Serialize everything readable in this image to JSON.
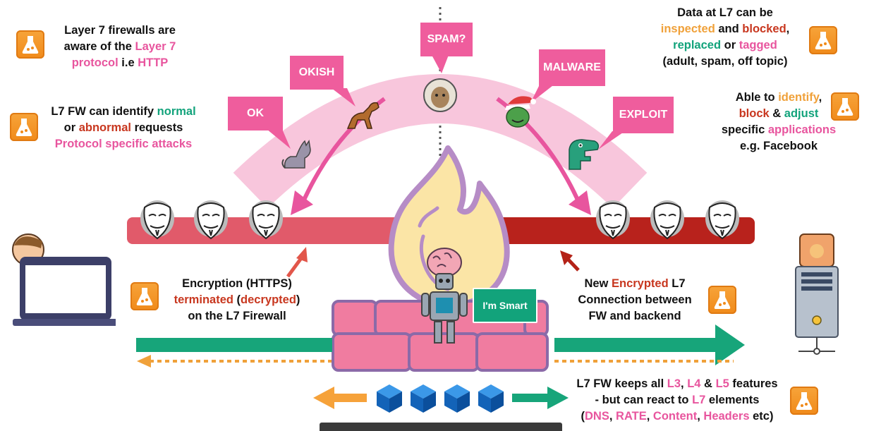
{
  "top_left_note": {
    "line1": "Layer 7 firewalls are",
    "line2_a": "aware of the ",
    "line2_b": "Layer 7",
    "line3_a": "protocol",
    "line3_b": " i.e ",
    "line3_c": "HTTP"
  },
  "mid_left_note": {
    "line1_a": "L7 FW can identify ",
    "line1_b": "normal",
    "line2_a": "or ",
    "line2_b": "abnormal",
    "line2_c": " requests",
    "line3": "Protocol specific attacks"
  },
  "top_right_note": {
    "line1": "Data at L7 can be",
    "line2_a": "inspected",
    "line2_b": " and ",
    "line2_c": "blocked",
    "line2_d": ",",
    "line3_a": "replaced",
    "line3_b": " or ",
    "line3_c": "tagged",
    "line4": "(adult, spam, off topic)"
  },
  "mid_right_note": {
    "line1_a": "Able to ",
    "line1_b": "identify",
    "line1_c": ",",
    "line2_a": "block",
    "line2_b": " & ",
    "line2_c": "adjust",
    "line3_a": "specific ",
    "line3_b": "applications",
    "line4": "e.g. Facebook"
  },
  "bubbles": {
    "ok": "OK",
    "okish": "OKISH",
    "spam": "SPAM?",
    "malware": "MALWARE",
    "exploit": "EXPLOIT"
  },
  "left_middle_note": {
    "line1": "Encryption (HTTPS)",
    "line2_a": "terminated",
    "line2_b": " (",
    "line2_c": "decrypted",
    "line2_d": ")",
    "line3": "on the L7 Firewall"
  },
  "right_middle_note": {
    "line1_a": "New ",
    "line1_b": "Encrypted",
    "line1_c": " L7",
    "line2": "Connection between",
    "line3": "FW and backend"
  },
  "robot_label": "I'm Smart",
  "bottom_note": {
    "line1_a": "L7 FW keeps all ",
    "line1_b": "L3",
    "line1_c": ", ",
    "line1_d": "L4",
    "line1_e": " & ",
    "line1_f": "L5",
    "line1_g": " features",
    "line2_a": "- but can react to ",
    "line2_b": "L7",
    "line2_c": " elements",
    "line3_a": "(",
    "line3_b": "DNS",
    "line3_c": ", ",
    "line3_d": "RATE",
    "line3_e": ", ",
    "line3_f": "Content",
    "line3_g": ", ",
    "line3_h": "Headers",
    "line3_i": " etc)"
  },
  "colors": {
    "accent_pink": "#e8559e",
    "accent_orange": "#f0a13a",
    "accent_red": "#c8371f",
    "accent_green": "#12a37b",
    "bubble_pink": "#ef5d9d",
    "arrow_teal": "#17a57a"
  },
  "icons": {
    "flask": "flask-icon",
    "mask": "anonymous-mask-icon",
    "cube": "cube-icon",
    "cat": "cat-icon",
    "dog": "dog-icon",
    "sheep": "sheep-icon",
    "grinch": "grinch-icon",
    "dinosaur": "dinosaur-icon",
    "robot": "robot-icon",
    "laptop": "laptop-icon",
    "server": "server-icon",
    "user": "user-avatar-icon"
  }
}
